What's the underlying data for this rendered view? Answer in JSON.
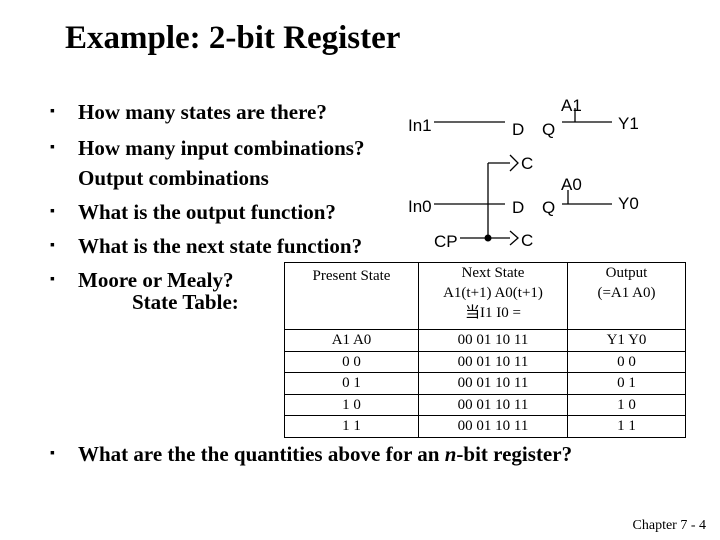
{
  "slide": {
    "title": "Example: 2-bit Register",
    "bullets": [
      "How many states are there?",
      "How many input combinations?",
      "Output combinations",
      "What is the output function?",
      "What is the next state function?",
      "Moore or Mealy?",
      "State Table:"
    ],
    "bottom_bullet_pre": "What are the the quantities above for an ",
    "bottom_bullet_var": "n",
    "bottom_bullet_post": "-bit register?",
    "footer": "Chapter 7 - 4"
  },
  "circuit": {
    "in1": "In1",
    "in0": "In0",
    "cp": "CP",
    "a1": "A1",
    "a0": "A0",
    "y1": "Y1",
    "y0": "Y0",
    "d1": "D",
    "q1": "Q",
    "c1": "C",
    "d0": "D",
    "q0": "Q",
    "c0": "C"
  },
  "table": {
    "present_state_header": "Present State",
    "next_state_header": [
      "Next State",
      "A1(t+1) A0(t+1)",
      "当I1 I0 ="
    ],
    "output_header": [
      "Output",
      "(=A1 A0)"
    ],
    "col_labels": [
      "A1 A0",
      "00  01  10  11",
      "Y1  Y0"
    ],
    "rows": [
      {
        "present": "0  0",
        "next": "00  01  10  11",
        "output": "0  0"
      },
      {
        "present": "0  1",
        "next": "00  01  10  11",
        "output": "0  1"
      },
      {
        "present": "1  0",
        "next": "00  01  10  11",
        "output": "1  0"
      },
      {
        "present": "1  1",
        "next": "00  01  10  11",
        "output": "1  1"
      }
    ]
  }
}
